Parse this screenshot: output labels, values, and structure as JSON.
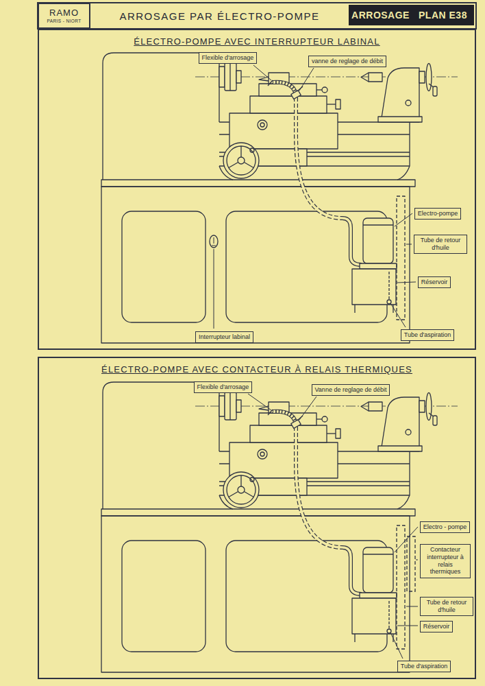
{
  "diagram": {
    "title": "ARROSAGE PAR ÉLECTRO-POMPE",
    "nodes": [
      {
        "text": [
          "RAMO",
          "PARIS - NIORT"
        ]
      },
      {
        "text": [
          "ARROSAGE"
        ]
      },
      {
        "text": [
          "PLAN E38"
        ]
      },
      {
        "text": [
          "ÉLECTRO-POMPE AVEC INTERRUPTEUR LABINAL"
        ]
      },
      {
        "text": [
          "Flexible d'arrosage"
        ],
        "in": 3
      },
      {
        "text": [
          "vanne de reglage de débit"
        ],
        "in": 3
      },
      {
        "text": [
          "Electro-pompe"
        ],
        "in": 3
      },
      {
        "text": [
          "Tube de retour d'huile"
        ],
        "in": 3
      },
      {
        "text": [
          "Réservoir"
        ],
        "in": 3
      },
      {
        "text": [
          "Tube d'aspiration"
        ],
        "in": 3
      },
      {
        "text": [
          "Interrupteur labinal"
        ],
        "in": 3
      },
      {
        "text": [
          "ÉLECTRO-POMPE AVEC CONTACTEUR À RELAIS THERMIQUES"
        ]
      },
      {
        "text": [
          "Flexible d'arrosage"
        ],
        "in": 11
      },
      {
        "text": [
          "Vanne de reglage de débit"
        ],
        "in": 11
      },
      {
        "text": [
          "Electro - pompe"
        ],
        "in": 11
      },
      {
        "text": [
          "Contacteur interrupteur à relais thermiques"
        ],
        "in": 11
      },
      {
        "text": [
          "Tube de retour d'huile"
        ],
        "in": 11
      },
      {
        "text": [
          "Réservoir"
        ],
        "in": 11
      },
      {
        "text": [
          "Tube d'aspiration"
        ],
        "in": 11
      }
    ]
  }
}
